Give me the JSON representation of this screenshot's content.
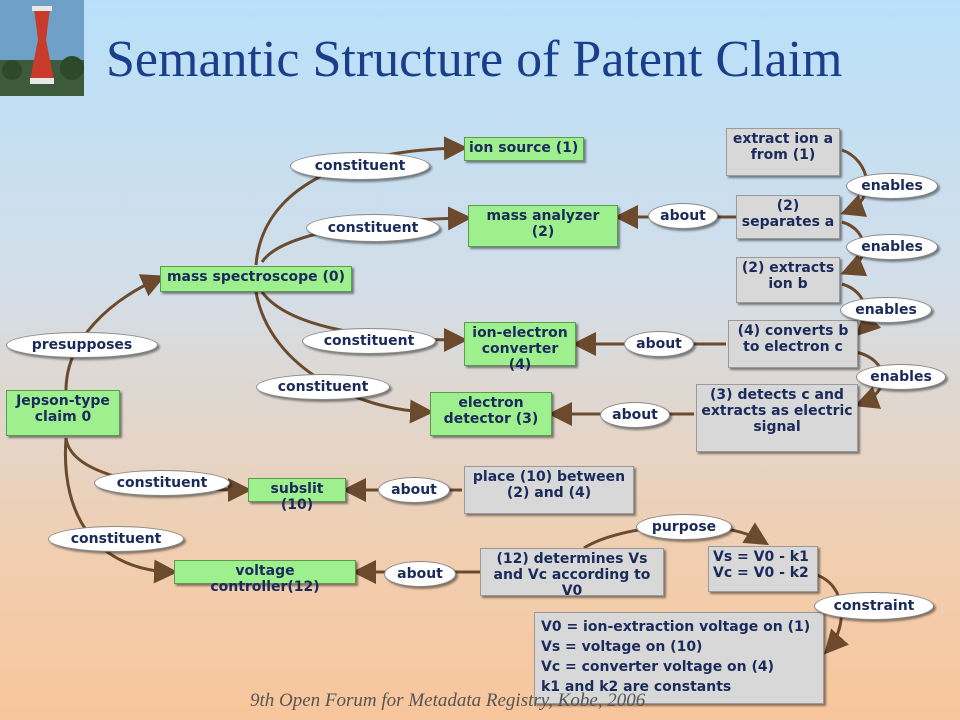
{
  "title": "Semantic Structure of Patent Claim",
  "footer": "9th Open Forum for Metadata Registry, Kobe, 2006",
  "nodes": {
    "jepson": "Jepson-type claim 0",
    "mass_spectroscope": "mass spectroscope (0)",
    "ion_source": "ion source (1)",
    "mass_analyzer": "mass analyzer (2)",
    "ion_electron_converter": "ion-electron converter (4)",
    "electron_detector": "electron detector (3)",
    "subslit": "subslit (10)",
    "voltage_controller": "voltage controller(12)",
    "extract_ion_a": "extract ion a from (1)",
    "separates_a": "(2) separates a",
    "extracts_ion_b": "(2) extracts ion b",
    "converts_b": "(4) converts b to electron c",
    "detects_c": "(3) detects c and extracts as electric signal",
    "place_10": "place (10) between (2) and (4)",
    "determines_vs": "(12) determines Vs and Vc according to V0",
    "vs_vc_line1": "Vs = V0 - k1",
    "vs_vc_line2": "Vc = V0 - k2",
    "v0_line1": "V0 = ion-extraction voltage on (1)",
    "v0_line2": "Vs = voltage on (10)",
    "v0_line3": "Vc = converter voltage on (4)",
    "v0_line4": "k1 and k2 are constants"
  },
  "relations": {
    "presupposes": "presupposes",
    "constituent": "constituent",
    "about": "about",
    "enables": "enables",
    "purpose": "purpose",
    "constraint": "constraint"
  }
}
